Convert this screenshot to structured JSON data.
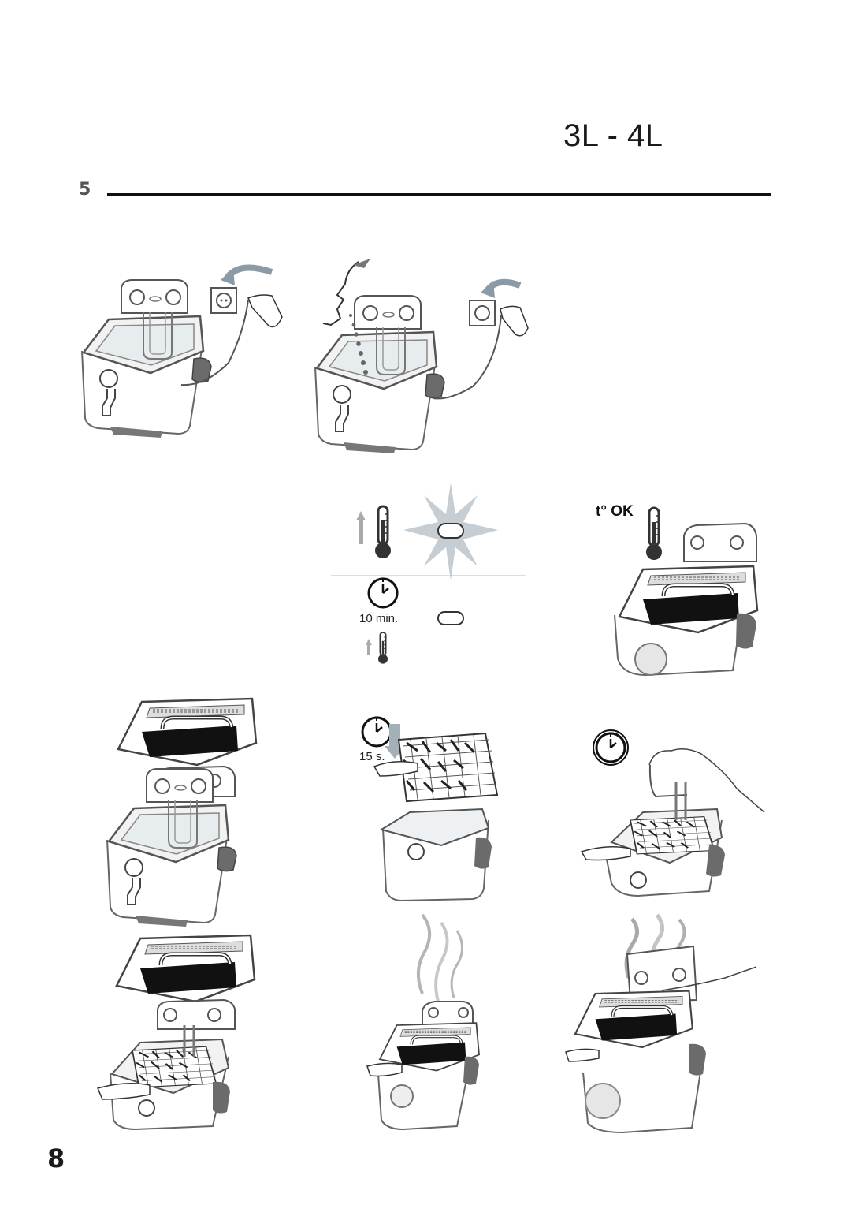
{
  "header": {
    "model_label": "3L - 4L"
  },
  "section": {
    "number": "5"
  },
  "step2": {
    "timer_label": "10 min."
  },
  "step3": {
    "temp_ok_label": "t° OK"
  },
  "step5": {
    "timer_label": "15 s."
  },
  "footer": {
    "page_number": "8"
  },
  "icons": [
    "fryer-unplug-illustration",
    "fryer-unplug-smell-illustration",
    "thermometer-icon",
    "indicator-light-icon",
    "timer-icon",
    "thermometer-small-icon",
    "fryer-temp-ok-illustration",
    "fryer-lid-open-illustration",
    "basket-lower-illustration",
    "fryer-cooking-illustration",
    "fryer-basket-raise-illustration",
    "fryer-steam-illustration",
    "fryer-lid-open-steam-illustration"
  ]
}
